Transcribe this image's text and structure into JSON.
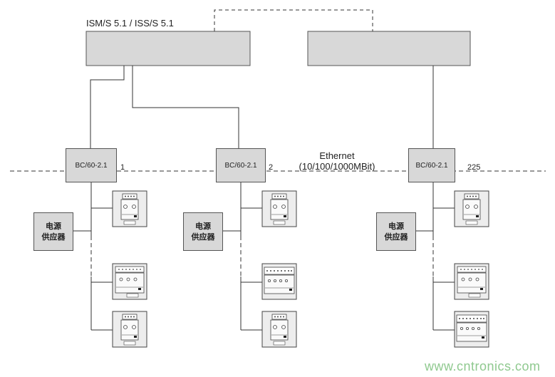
{
  "system_label": "ISM/S 5.1 / ISS/S 5.1",
  "network": {
    "name": "Ethernet",
    "speed": "(10/100/1000MBit)"
  },
  "controllers": [
    {
      "label": "BC/60-2.1",
      "number": "1"
    },
    {
      "label": "BC/60-2.1",
      "number": "2"
    },
    {
      "label": "BC/60-2.1",
      "number": "225"
    }
  ],
  "power_supply": {
    "line1": "电源",
    "line2": "供应器"
  },
  "watermark": "www.cntronics.com",
  "colors": {
    "box_fill": "#d8d8d8",
    "line": "#333333",
    "watermark": "#8fc98f"
  }
}
